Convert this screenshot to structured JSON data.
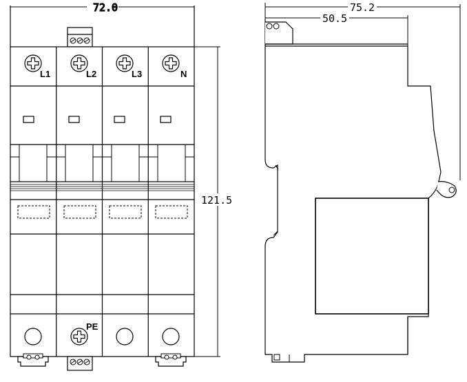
{
  "front_view": {
    "pole_labels": [
      "L1",
      "L2",
      "L3",
      "N"
    ],
    "pe_label": "PE",
    "width_dim": "72.0",
    "height_dim": "121.5"
  },
  "side_view": {
    "overall_depth_dim": "75.2",
    "inner_depth_dim": "50.5"
  }
}
